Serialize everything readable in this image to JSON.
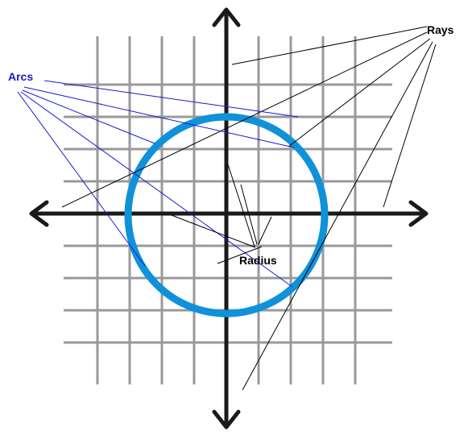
{
  "labels": {
    "rays": "Rays",
    "arcs": "Arcs",
    "radius": "Radius"
  },
  "colors": {
    "grid": "#999999",
    "axes": "#1a1a1a",
    "circle": "#0f92d9",
    "arc_pointer": "#1a1acc",
    "pointer": "#000000",
    "rays_text": "#000000",
    "arcs_text": "#1a1acc",
    "radius_text": "#000000"
  }
}
